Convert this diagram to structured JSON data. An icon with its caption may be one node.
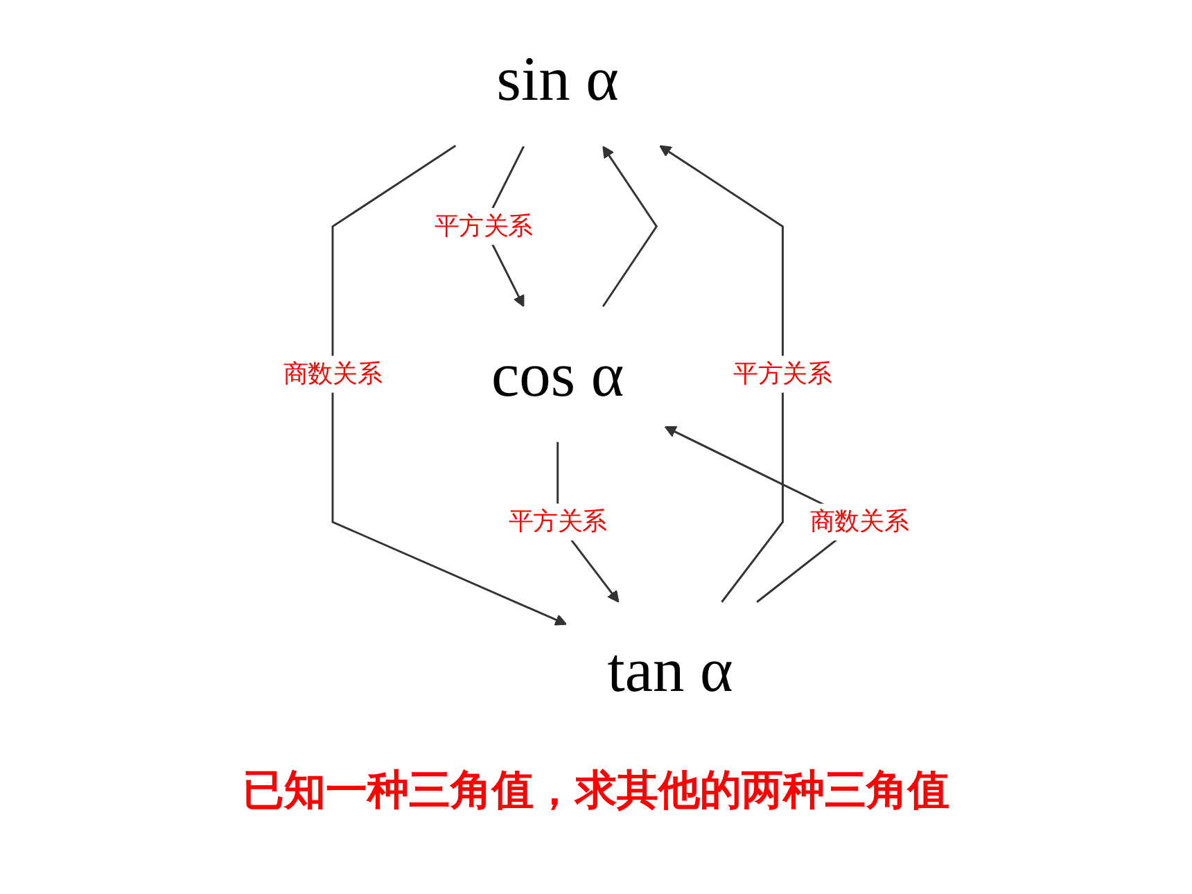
{
  "diagram": {
    "caption": "已知一种三角值，求其他的两种三角值",
    "nodes": [
      {
        "text": [
          "sin α"
        ]
      },
      {
        "text": [
          "cos α"
        ]
      },
      {
        "text": [
          "tan α"
        ]
      }
    ],
    "edges": [
      {
        "from": 0,
        "to": 1,
        "arrow": "to",
        "label": "平方关系"
      },
      {
        "from": 1,
        "to": 0,
        "arrow": "to"
      },
      {
        "from": 2,
        "to": 0,
        "arrow": "to",
        "label": "平方关系"
      },
      {
        "from": 0,
        "to": 2,
        "arrow": "to",
        "label": "商数关系"
      },
      {
        "from": 1,
        "to": 2,
        "arrow": "to",
        "label": "平方关系"
      },
      {
        "from": 2,
        "to": 1,
        "arrow": "to",
        "label": "商数关系"
      }
    ]
  }
}
